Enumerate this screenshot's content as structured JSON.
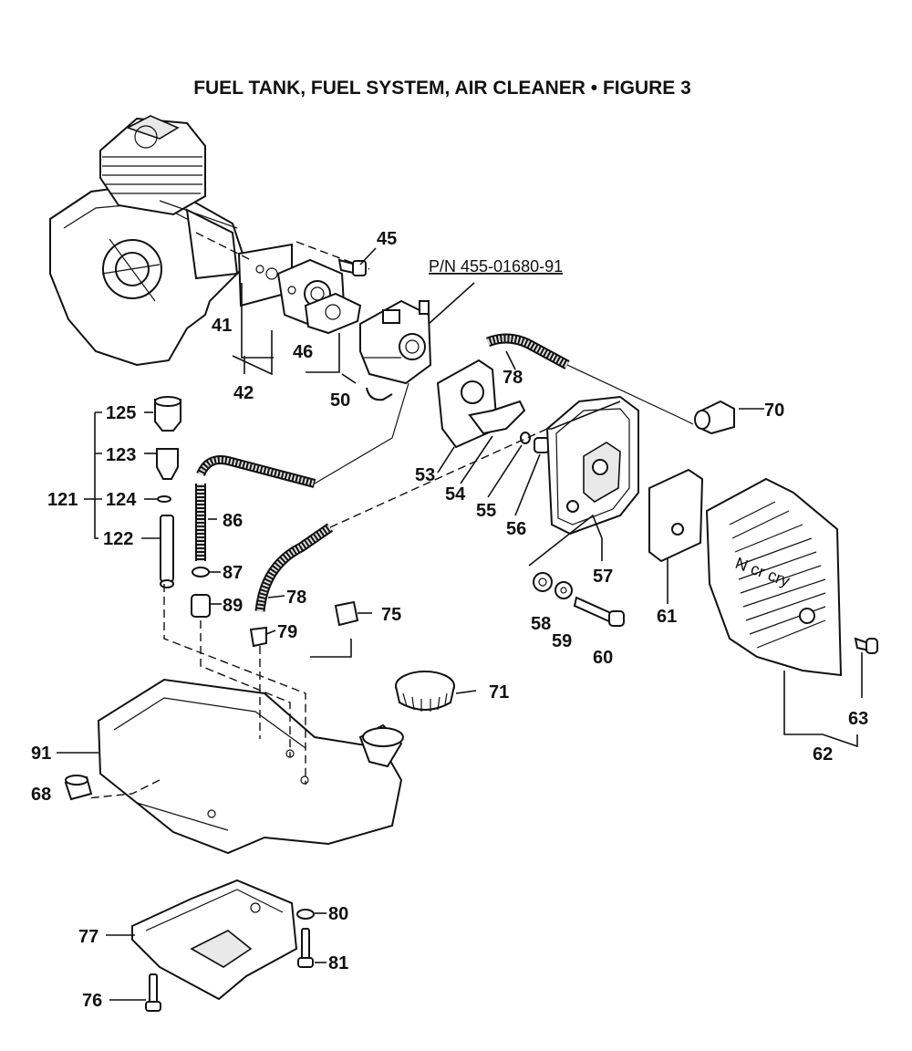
{
  "title": "FUEL TANK, FUEL SYSTEM, AIR CLEANER  •  FIGURE 3",
  "part_number_label": "P/N 455-01680-91",
  "callouts": {
    "c41": "41",
    "c42": "42",
    "c45": "45",
    "c46": "46",
    "c50": "50",
    "c53": "53",
    "c54": "54",
    "c55": "55",
    "c56": "56",
    "c57": "57",
    "c58": "58",
    "c59": "59",
    "c60": "60",
    "c61": "61",
    "c62": "62",
    "c63": "63",
    "c68": "68",
    "c70": "70",
    "c71": "71",
    "c75": "75",
    "c76": "76",
    "c77": "77",
    "c78a": "78",
    "c78b": "78",
    "c79": "79",
    "c80": "80",
    "c81": "81",
    "c86": "86",
    "c87": "87",
    "c89": "89",
    "c91": "91",
    "c121": "121",
    "c122": "122",
    "c123": "123",
    "c124": "124",
    "c125": "125"
  },
  "cover_handwriting": "N cr cry"
}
